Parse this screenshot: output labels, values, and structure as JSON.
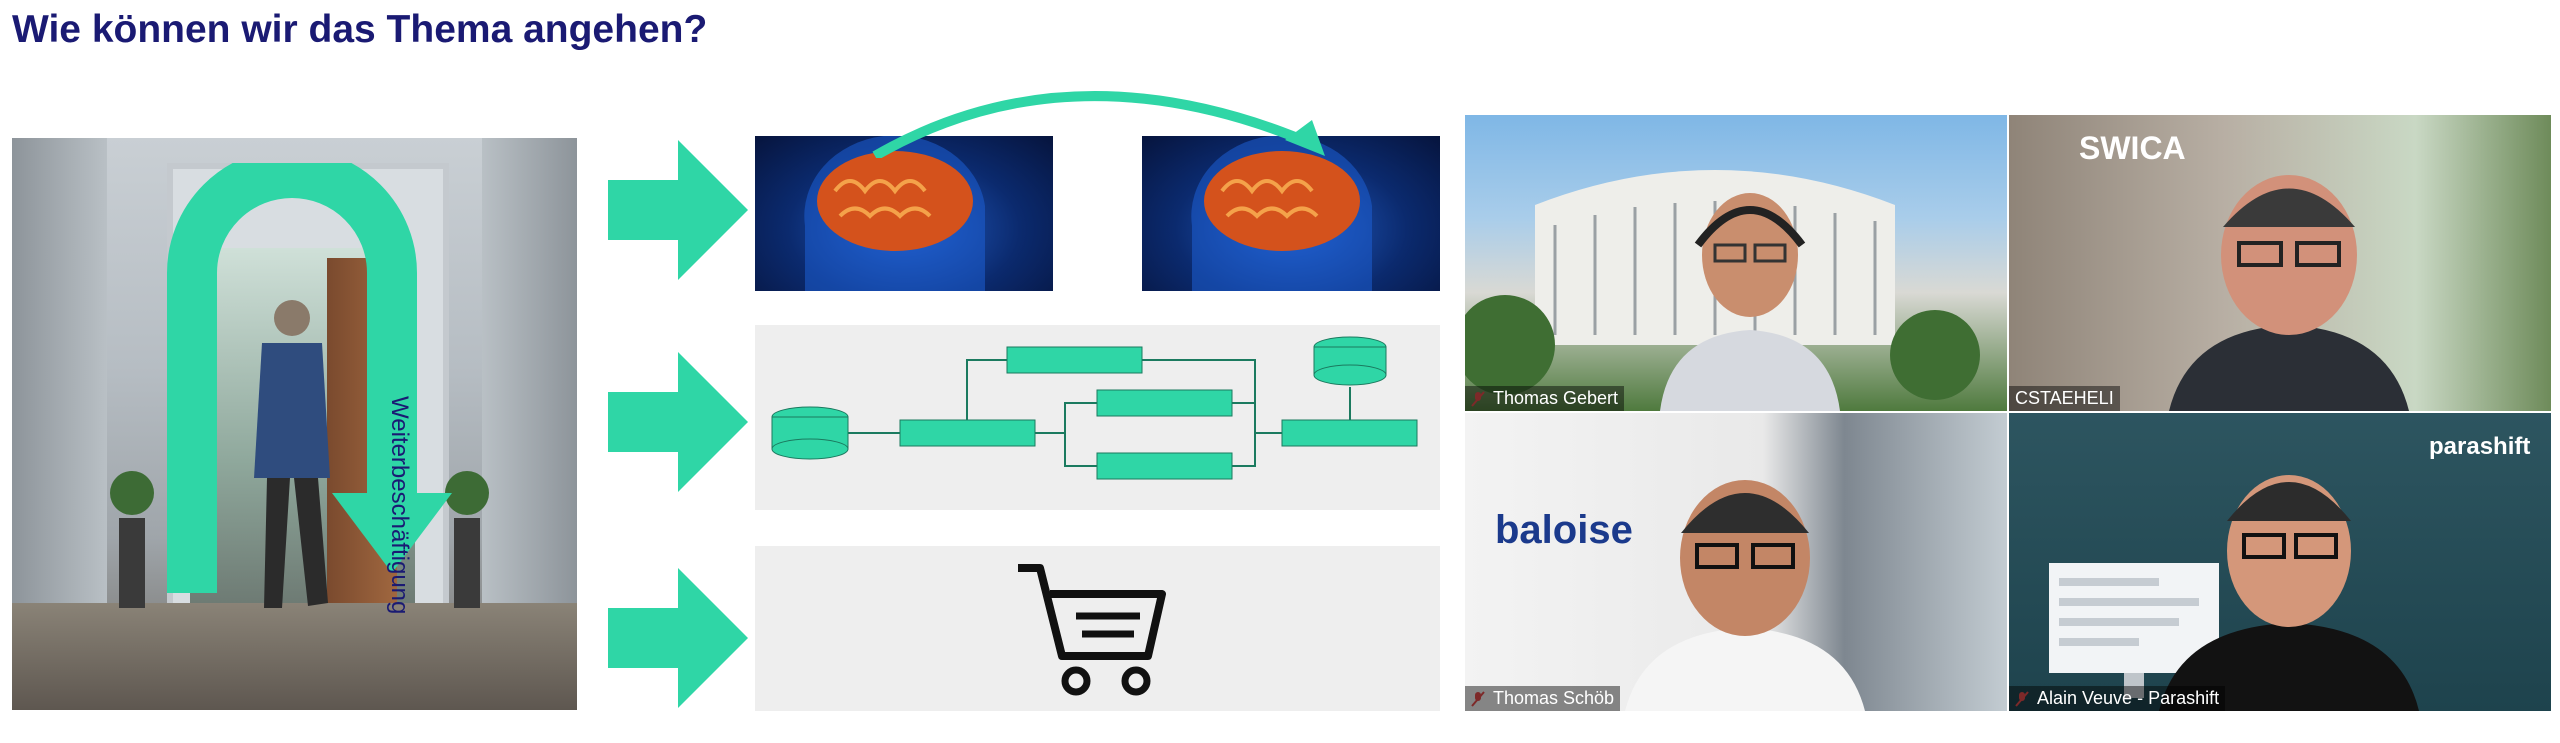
{
  "slide": {
    "title": "Wie können wir das Thema angehen?",
    "vertical_label": "Weiterbeschäftigung"
  },
  "colors": {
    "title": "#1a1a73",
    "accent_green": "#2fd6a6",
    "panel_bg": "#eeeeee"
  },
  "video_call": {
    "participants": [
      {
        "name": "Thomas Gebert",
        "mic": "muted"
      },
      {
        "name": "CSTAEHELI",
        "logo": "SWICA"
      },
      {
        "name": "Thomas Schöb",
        "mic": "muted",
        "logo": "baloise"
      },
      {
        "name": "Alain Veuve - Parashift",
        "mic": "muted",
        "logo": "parashift"
      }
    ]
  }
}
